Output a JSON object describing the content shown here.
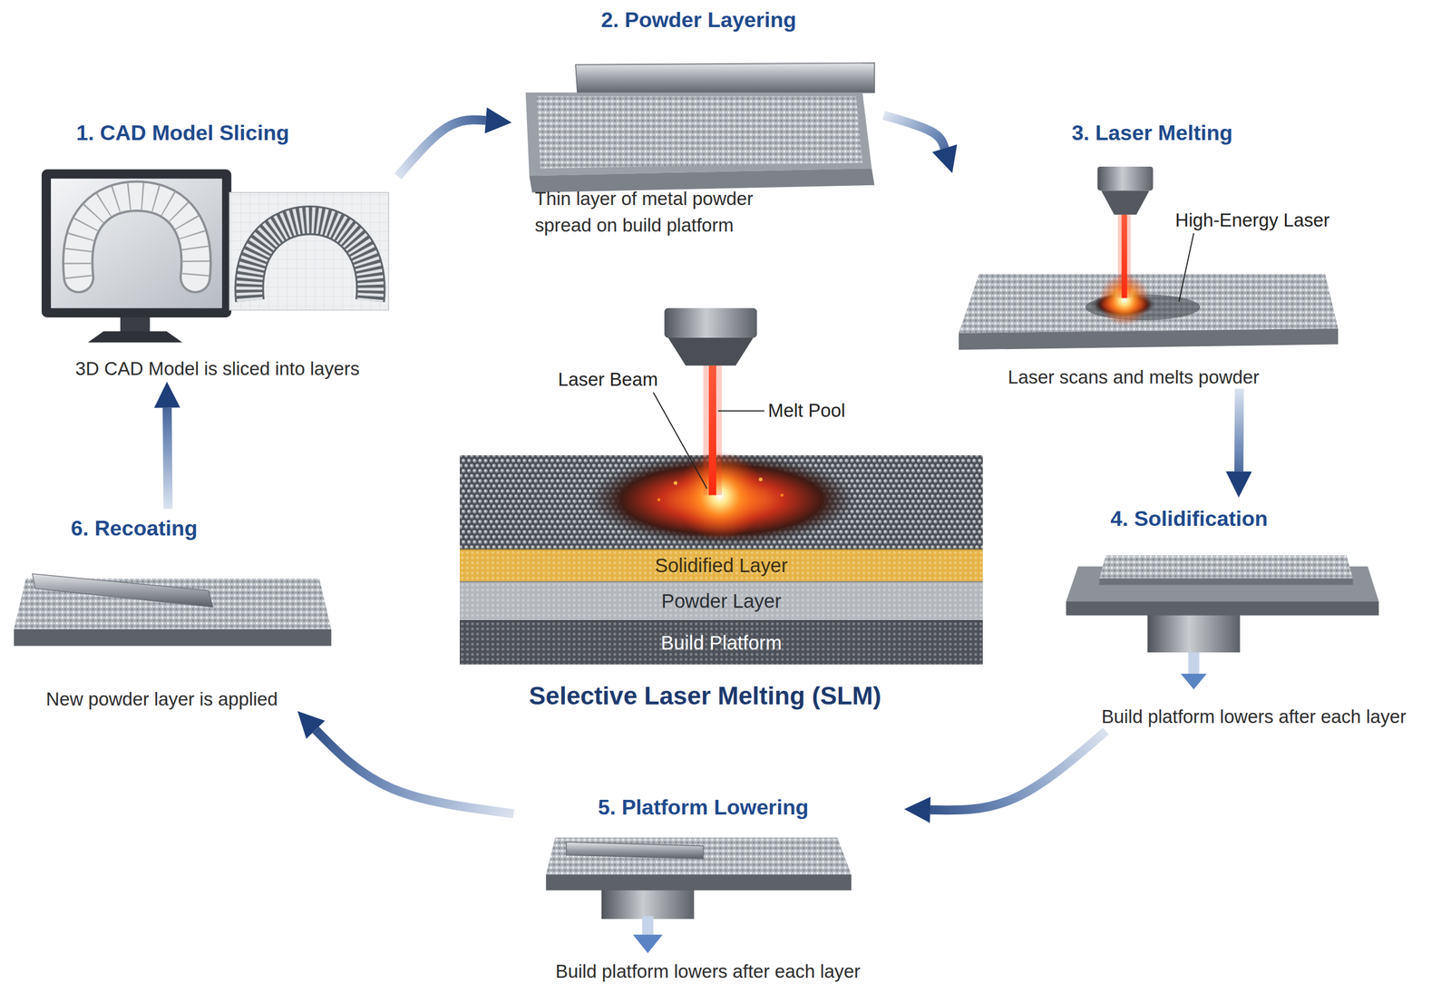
{
  "diagram": {
    "title": "Selective Laser Melting (SLM)",
    "nodes": [
      {
        "text": [
          "1. CAD Model Slicing",
          "3D CAD Model is sliced into layers"
        ]
      },
      {
        "text": [
          "2. Powder Layering",
          "Thin layer of metal powder spread on build platform"
        ]
      },
      {
        "text": [
          "3. Laser Melting",
          "Laser scans and melts powder"
        ]
      },
      {
        "text": [
          "4. Solidification",
          "Build platform lowers after each layer"
        ]
      },
      {
        "text": [
          "5. Platform Lowering",
          "Build platform lowers after each layer"
        ]
      },
      {
        "text": [
          "6. Recoating",
          "New powder layer is applied"
        ]
      },
      {
        "text": [
          "Solidified Layer"
        ]
      },
      {
        "text": [
          "Powder Layer"
        ]
      },
      {
        "text": [
          "Build Platform"
        ]
      }
    ],
    "edges": [
      {
        "from": 0,
        "to": 1,
        "arrow": "to"
      },
      {
        "from": 1,
        "to": 2,
        "arrow": "to"
      },
      {
        "from": 2,
        "to": 3,
        "arrow": "to"
      },
      {
        "from": 3,
        "to": 4,
        "arrow": "to"
      },
      {
        "from": 4,
        "to": 5,
        "arrow": "to"
      },
      {
        "from": 5,
        "to": 0,
        "arrow": "to"
      }
    ],
    "labels": [
      "High-Energy Laser",
      "Laser Beam",
      "Melt Pool"
    ]
  }
}
